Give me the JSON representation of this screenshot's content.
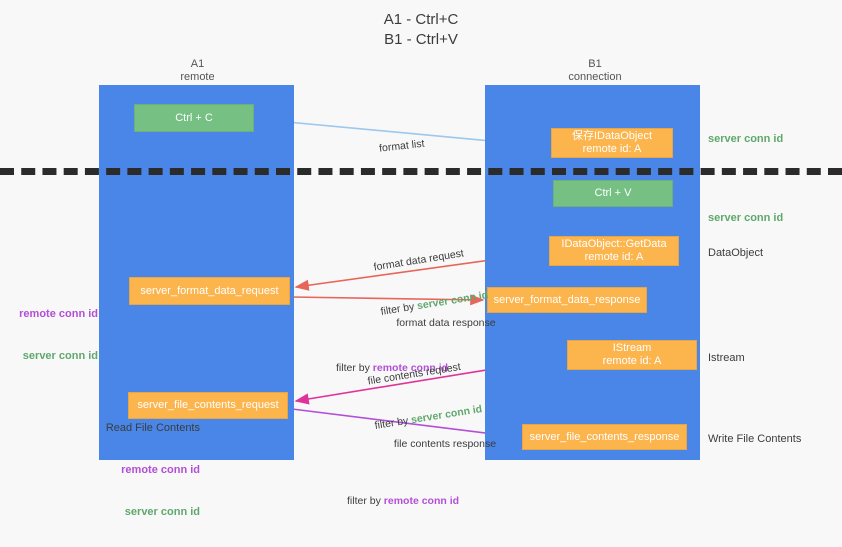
{
  "title": "A1 - Ctrl+C\nB1 - Ctrl+V",
  "colors": {
    "lane_blue": "#4a86e8",
    "node_green": "#76c083",
    "node_orange": "#fcb44d",
    "server_conn_green": "#5fa86d",
    "remote_conn_purple": "#b24fd6",
    "divider_dark": "#2b2b2b",
    "arrow_lightblue": "#9cc7ef",
    "arrow_red": "#e8655a",
    "arrow_magenta": "#e0329b",
    "arrow_purple": "#b24fd6",
    "arrow_black": "#1a1a1a",
    "background": "#f8f8f8"
  },
  "columns": {
    "a1": {
      "name": "A1",
      "role": "remote",
      "header": "A1\nremote"
    },
    "b1": {
      "name": "B1",
      "role": "connection",
      "header": "B1\nconnection"
    }
  },
  "nodes": {
    "ctrl_c": {
      "label": "Ctrl + C",
      "kind": "green"
    },
    "save_idataobject": {
      "line1": "保存IDataObject",
      "line2": "remote id: A",
      "kind": "orange"
    },
    "ctrl_v": {
      "label": "Ctrl + V",
      "kind": "green"
    },
    "getdata": {
      "line1": "IDataObject::GetData",
      "line2": "remote id: A",
      "kind": "orange"
    },
    "format_data_response": {
      "label": "server_format_data_response",
      "kind": "orange"
    },
    "istream": {
      "line1": "IStream",
      "line2": "remote id: A",
      "kind": "orange"
    },
    "file_contents_response": {
      "label": "server_file_contents_response",
      "kind": "orange"
    },
    "format_data_request": {
      "label": "server_format_data_request",
      "kind": "orange"
    },
    "file_contents_request": {
      "label": "server_file_contents_request",
      "kind": "orange"
    }
  },
  "edge_labels": {
    "format_list": {
      "line1": "format list"
    },
    "format_data_request": {
      "line1": "format data request",
      "filter_prefix": "filter by ",
      "filter_key": "server conn id"
    },
    "format_data_response": {
      "line1": "format data response",
      "filter_prefix": "filter by ",
      "filter_key": "remote conn id"
    },
    "file_contents_request": {
      "line1": "file contents request",
      "filter_prefix": "filter by ",
      "filter_key": "server conn id"
    },
    "file_contents_response": {
      "line1": "file contents response",
      "filter_prefix": "filter by ",
      "filter_key": "remote conn id"
    }
  },
  "side_labels": {
    "server_conn_id_top": "server conn id",
    "server_conn_id_mid": "server conn id",
    "dataobject": "DataObject",
    "istream": "Istream",
    "write_file_contents": "Write File Contents",
    "read_file_contents": "Read File Contents",
    "remote_conn_id": "remote conn id",
    "server_conn_id": "server conn id"
  }
}
